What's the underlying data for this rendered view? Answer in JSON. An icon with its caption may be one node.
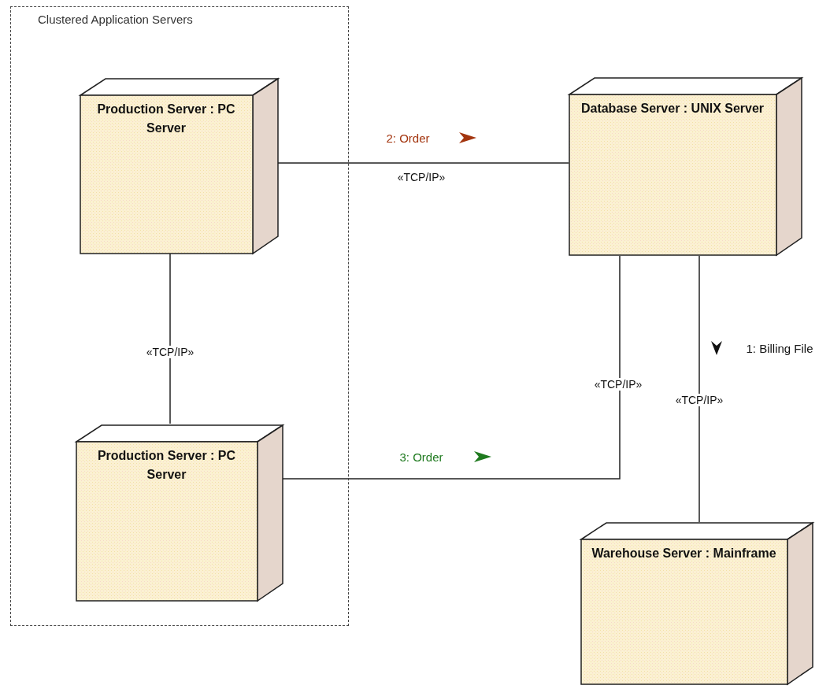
{
  "diagram": {
    "nodes": [
      {
        "text": [
          "Clustered Application Servers"
        ]
      },
      {
        "text": [
          "Production Server : PC Server"
        ],
        "in": 0
      },
      {
        "text": [
          "Database Server : UNIX Server"
        ]
      },
      {
        "text": [
          "Production Server : PC Server"
        ],
        "in": 0
      },
      {
        "text": [
          "Warehouse Server : Mainframe"
        ]
      }
    ],
    "edges": [
      {
        "from": 1,
        "to": 2,
        "arrow": "none",
        "label": "«TCP/IP»"
      },
      {
        "from": 1,
        "to": 3,
        "arrow": "none",
        "label": "«TCP/IP»"
      },
      {
        "from": 3,
        "to": 2,
        "arrow": "none",
        "label": "«TCP/IP»"
      },
      {
        "from": 2,
        "to": 4,
        "arrow": "none",
        "label": "«TCP/IP»"
      }
    ],
    "labels": [
      "2: Order",
      "1: Billing File",
      "3: Order"
    ]
  }
}
